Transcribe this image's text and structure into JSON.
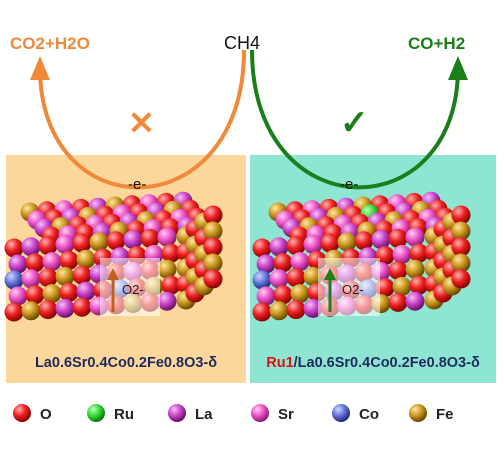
{
  "reaction": {
    "methane": "CH4",
    "left_products": "CO2+H2O",
    "right_products": "CO+H2",
    "left_mark": "✕",
    "right_mark": "✓",
    "electron_left": "-e-",
    "electron_right": "-e-",
    "lattice_oxygen_left": "O2-",
    "lattice_oxygen_right": "O2-"
  },
  "catalysts": {
    "left": {
      "formula": "La0.6Sr0.4Co0.2Fe0.8O3-δ"
    },
    "right": {
      "prefix": "Ru1",
      "formula": "/La0.6Sr0.4Co0.2Fe0.8O3-δ"
    }
  },
  "legend": [
    {
      "label": "O",
      "color": "#ee2222",
      "icon": "oxygen-atom-icon"
    },
    {
      "label": "Ru",
      "color": "#33dd33",
      "icon": "ruthenium-atom-icon"
    },
    {
      "label": "La",
      "color": "#cc44cc",
      "icon": "lanthanum-atom-icon"
    },
    {
      "label": "Sr",
      "color": "#ee55cc",
      "icon": "strontium-atom-icon"
    },
    {
      "label": "Co",
      "color": "#6677dd",
      "icon": "cobalt-atom-icon"
    },
    {
      "label": "Fe",
      "color": "#cc9922",
      "icon": "iron-atom-icon"
    }
  ],
  "colors": {
    "left_panel": "#fbd79b",
    "right_panel": "#8ee6d2",
    "left_arrow": "#f0893a",
    "right_arrow": "#1a7f1a",
    "formula_text": "#1f2a5c",
    "ru_text": "#dd1111"
  }
}
